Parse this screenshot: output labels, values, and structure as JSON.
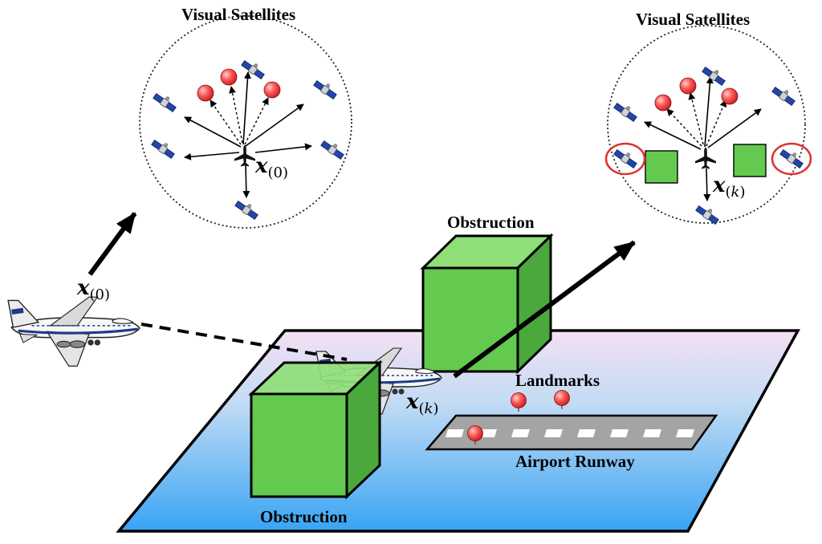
{
  "labels": {
    "left_satellites_title": "Visual Satellites",
    "right_satellites_title": "Visual Satellites",
    "obstruction_top": "Obstruction",
    "obstruction_bottom": "Obstruction",
    "landmarks": "Landmarks",
    "runway": "Airport Runway"
  },
  "states": {
    "variable": "x",
    "initial_subscript": "(0)",
    "current_subscript_open": "(",
    "current_subscript_var": "k",
    "current_subscript_close": ")"
  },
  "colors": {
    "obstruction_front": "#63c94f",
    "obstruction_top": "#8fde78",
    "obstruction_side": "#4aa83c",
    "ground_far": "#f3dff4",
    "ground_near": "#3aa6f4",
    "runway": "#a4a4a4",
    "landmark": "#ff4b4b",
    "blocked_circle": "#e03030",
    "satellite_panel": "#2346a8"
  },
  "icons": {
    "satellite": "satellite-icon",
    "landmark": "landmark-pin-icon",
    "aircraft": "airplane-icon"
  }
}
